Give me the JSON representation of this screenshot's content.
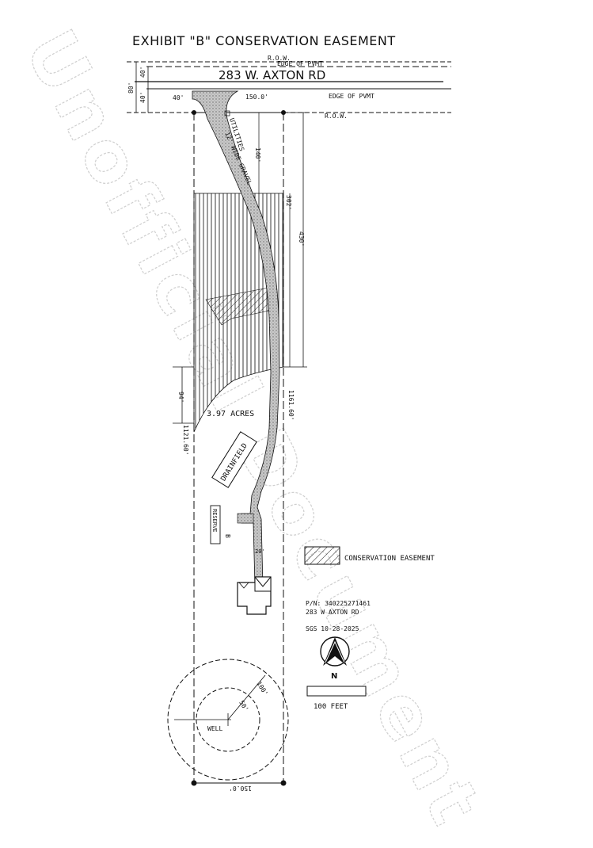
{
  "title": "EXHIBIT \"B\" CONSERVATION EASEMENT",
  "road": {
    "name": "283 W. AXTON RD",
    "row_label": "R.O.W.",
    "edge_label": "EDGE OF PVMT",
    "dim_80": "80'",
    "dim_40_top": "40'",
    "dim_40_bottom": "40'",
    "dim_40_setback": "40'",
    "frontage": "150.0'"
  },
  "labels": {
    "utilities": "UTILITIES",
    "driveway": "12' WIDE GRAVEL",
    "dim_140": "140'",
    "dim_302": "302'",
    "dim_430": "430'",
    "dim_94": "94'",
    "right_line": "1161.60'",
    "left_line": "1121.60'",
    "acres": "3.97 ACRES",
    "drainfield": "DRAINFIELD",
    "reserve": "RESERVE",
    "dim_20": "20'",
    "well": "WELL",
    "r_100": "100'",
    "r_50": "50'",
    "bottom": "150.0'"
  },
  "legend": {
    "easement_label": "CONSERVATION EASEMENT",
    "pin": "P/N: 340225271461",
    "address": "283 W AXTON RD",
    "stamp": "SGS 10-28-2025",
    "north": "N",
    "scale": "100 FEET"
  },
  "watermark": "Unofficial Document",
  "colors": {
    "ink": "#111111",
    "watermark": "#cfcfcf",
    "gravel": "#bdbdbd"
  }
}
